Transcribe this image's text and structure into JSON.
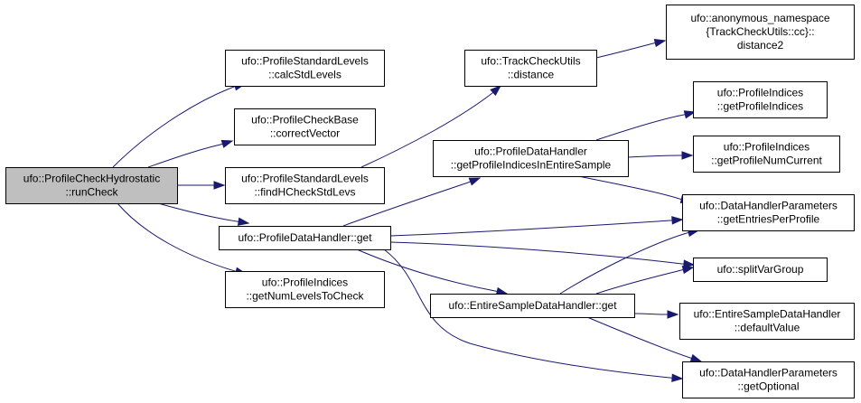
{
  "colors": {
    "edge": "#191970",
    "node_fill": "#ffffff",
    "root_fill": "#bfbfbf",
    "node_stroke": "#000000"
  },
  "nodes": [
    {
      "id": "runCheck",
      "lines": [
        "ufo::ProfileCheckHydrostatic",
        "::runCheck"
      ],
      "root": true
    },
    {
      "id": "calcStdLevels",
      "lines": [
        "ufo::ProfileStandardLevels",
        "::calcStdLevels"
      ]
    },
    {
      "id": "correctVector",
      "lines": [
        "ufo::ProfileCheckBase",
        "::correctVector"
      ]
    },
    {
      "id": "findHCheckStdLevs",
      "lines": [
        "ufo::ProfileStandardLevels",
        "::findHCheckStdLevs"
      ]
    },
    {
      "id": "pdhGet",
      "lines": [
        "ufo::ProfileDataHandler::get"
      ]
    },
    {
      "id": "getNumLevelsToCheck",
      "lines": [
        "ufo::ProfileIndices",
        "::getNumLevelsToCheck"
      ]
    },
    {
      "id": "distance",
      "lines": [
        "ufo::TrackCheckUtils",
        "::distance"
      ]
    },
    {
      "id": "getProfileIndicesInEntireSample",
      "lines": [
        "ufo::ProfileDataHandler",
        "::getProfileIndicesInEntireSample"
      ]
    },
    {
      "id": "esdhGet",
      "lines": [
        "ufo::EntireSampleDataHandler::get"
      ]
    },
    {
      "id": "distance2",
      "lines": [
        "ufo::anonymous_namespace",
        "{TrackCheckUtils::cc}::",
        "distance2"
      ]
    },
    {
      "id": "getProfileIndices",
      "lines": [
        "ufo::ProfileIndices",
        "::getProfileIndices"
      ]
    },
    {
      "id": "getProfileNumCurrent",
      "lines": [
        "ufo::ProfileIndices",
        "::getProfileNumCurrent"
      ]
    },
    {
      "id": "getEntriesPerProfile",
      "lines": [
        "ufo::DataHandlerParameters",
        "::getEntriesPerProfile"
      ]
    },
    {
      "id": "splitVarGroup",
      "lines": [
        "ufo::splitVarGroup"
      ]
    },
    {
      "id": "defaultValue",
      "lines": [
        "ufo::EntireSampleDataHandler",
        "::defaultValue"
      ]
    },
    {
      "id": "getOptional",
      "lines": [
        "ufo::DataHandlerParameters",
        "::getOptional"
      ]
    }
  ],
  "edges": [
    {
      "from": "runCheck",
      "to": "calcStdLevels"
    },
    {
      "from": "runCheck",
      "to": "correctVector"
    },
    {
      "from": "runCheck",
      "to": "findHCheckStdLevs"
    },
    {
      "from": "runCheck",
      "to": "pdhGet"
    },
    {
      "from": "runCheck",
      "to": "getNumLevelsToCheck"
    },
    {
      "from": "findHCheckStdLevs",
      "to": "distance"
    },
    {
      "from": "distance",
      "to": "distance2"
    },
    {
      "from": "pdhGet",
      "to": "getProfileIndicesInEntireSample"
    },
    {
      "from": "pdhGet",
      "to": "getEntriesPerProfile"
    },
    {
      "from": "pdhGet",
      "to": "splitVarGroup"
    },
    {
      "from": "pdhGet",
      "to": "esdhGet"
    },
    {
      "from": "pdhGet",
      "to": "getOptional"
    },
    {
      "from": "getProfileIndicesInEntireSample",
      "to": "getProfileIndices"
    },
    {
      "from": "getProfileIndicesInEntireSample",
      "to": "getProfileNumCurrent"
    },
    {
      "from": "getProfileIndicesInEntireSample",
      "to": "getEntriesPerProfile"
    },
    {
      "from": "esdhGet",
      "to": "getEntriesPerProfile"
    },
    {
      "from": "esdhGet",
      "to": "splitVarGroup"
    },
    {
      "from": "esdhGet",
      "to": "defaultValue"
    },
    {
      "from": "esdhGet",
      "to": "getOptional"
    }
  ]
}
